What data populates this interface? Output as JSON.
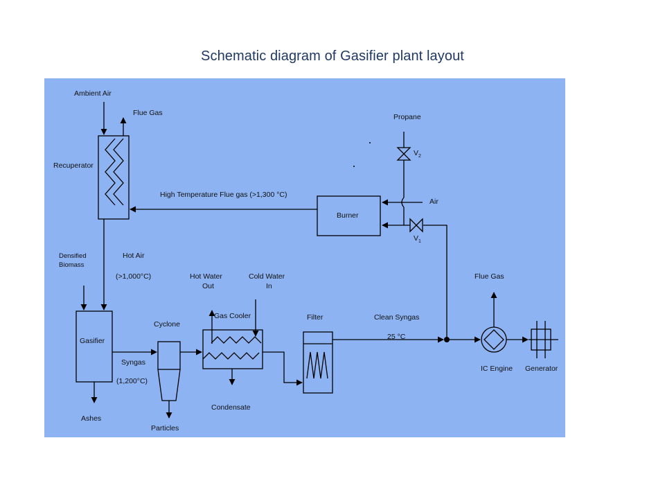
{
  "title": "Schematic diagram of Gasifier plant layout",
  "colors": {
    "panel": "#8db3f2",
    "title": "#1f3864",
    "line": "#000000"
  },
  "labels": {
    "ambient_air": "Ambient Air",
    "flue_gas_top": "Flue Gas",
    "recuperator": "Recuperator",
    "high_temp_flue": "High Temperature Flue gas (>1,300 °C)",
    "propane": "Propane",
    "v2": "V",
    "v2_sub": "2",
    "air": "Air",
    "burner": "Burner",
    "v1": "V",
    "v1_sub": "1",
    "densified_1": "Densified",
    "densified_2": "Biomass",
    "hot_air": "Hot Air",
    "hot_air_temp": "(>1,000°C)",
    "hot_water_1": "Hot Water",
    "hot_water_2": "Out",
    "cold_water_1": "Cold Water",
    "cold_water_2": "In",
    "flue_gas_right": "Flue Gas",
    "gas_cooler": "Gas Cooler",
    "filter": "Filter",
    "clean_syngas": "Clean Syngas",
    "syngas_temp": "25 °C",
    "cyclone": "Cyclone",
    "gasifier": "Gasifier",
    "syngas": "Syngas",
    "syngas_hot_temp": "(1,200°C)",
    "ic_engine": "IC Engine",
    "generator": "Generator",
    "condensate": "Condensate",
    "ashes": "Ashes",
    "particles": "Particles"
  }
}
